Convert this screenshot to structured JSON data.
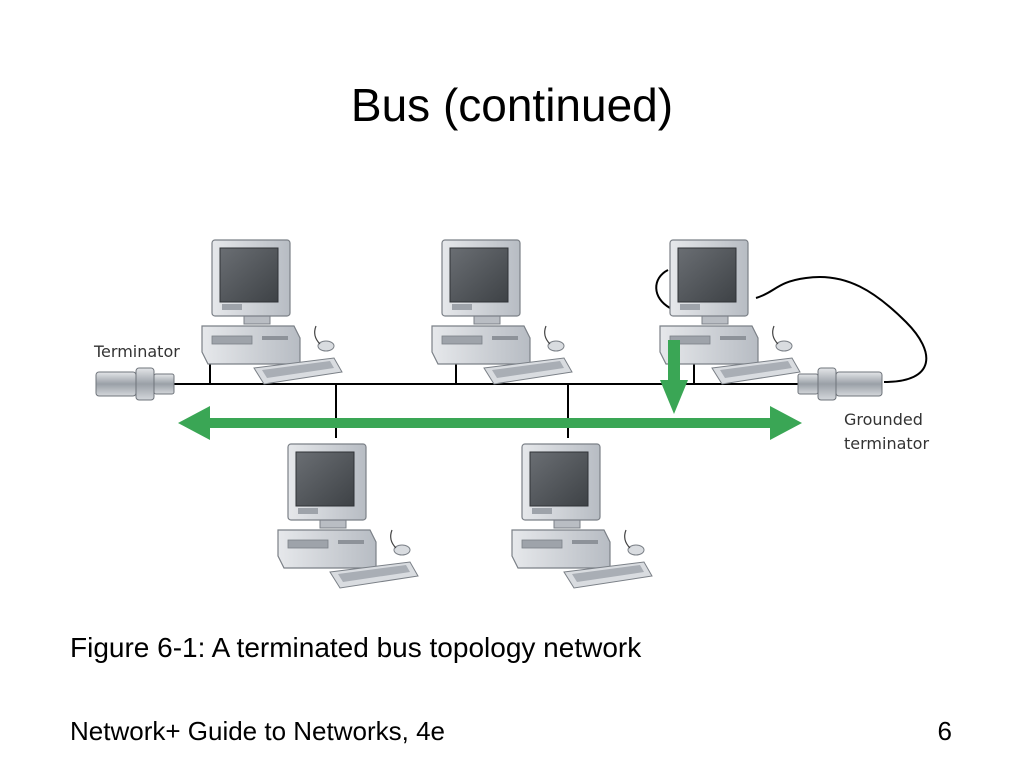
{
  "slide": {
    "title": "Bus (continued)",
    "caption": "Figure 6-1: A terminated bus topology network",
    "footer": "Network+ Guide to Networks, 4e",
    "page_number": "6"
  },
  "diagram": {
    "labels": {
      "terminator": "Terminator",
      "grounded_terminator_line1": "Grounded",
      "grounded_terminator_line2": "terminator"
    },
    "colors": {
      "signal_arrow": "#3aa655",
      "bus_cable": "#000000",
      "computer_body": "#c9cdd3",
      "screen": "#505458"
    },
    "icons": [
      "computer-icon",
      "terminator-icon",
      "grounded-terminator-icon",
      "signal-arrow-icon"
    ]
  }
}
